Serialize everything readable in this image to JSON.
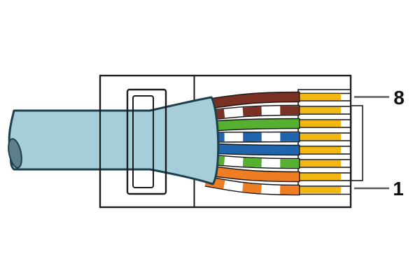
{
  "diagram": {
    "kind": "rj45-connector-wiring-side-view",
    "labels": {
      "top_pin": "8",
      "bottom_pin": "1"
    }
  },
  "colors": {
    "outline": "#1a1a1a",
    "leader": "#5a5a5a",
    "label_text": "#101010",
    "body_fill": "#ffffff",
    "gold": "#f3b712",
    "cable_jacket": "#a5cdda",
    "cable_outline": "#1d3f4b",
    "cable_end": "#5f7e8b",
    "wire_white": "#ffffff",
    "brown": "#7a3022",
    "green": "#56b02f",
    "blue": "#1f64ad",
    "orange": "#ef7e23"
  },
  "wires": [
    {
      "pin": 8,
      "name": "brown",
      "style": "solid",
      "color_key": "brown"
    },
    {
      "pin": 7,
      "name": "white-brown",
      "style": "striped",
      "color_key": "brown"
    },
    {
      "pin": 6,
      "name": "green",
      "style": "solid",
      "color_key": "green"
    },
    {
      "pin": 5,
      "name": "white-blue",
      "style": "striped",
      "color_key": "blue"
    },
    {
      "pin": 4,
      "name": "blue",
      "style": "solid",
      "color_key": "blue"
    },
    {
      "pin": 3,
      "name": "white-green",
      "style": "striped",
      "color_key": "green"
    },
    {
      "pin": 2,
      "name": "orange",
      "style": "solid",
      "color_key": "orange"
    },
    {
      "pin": 1,
      "name": "white-orange",
      "style": "striped",
      "color_key": "orange"
    }
  ]
}
